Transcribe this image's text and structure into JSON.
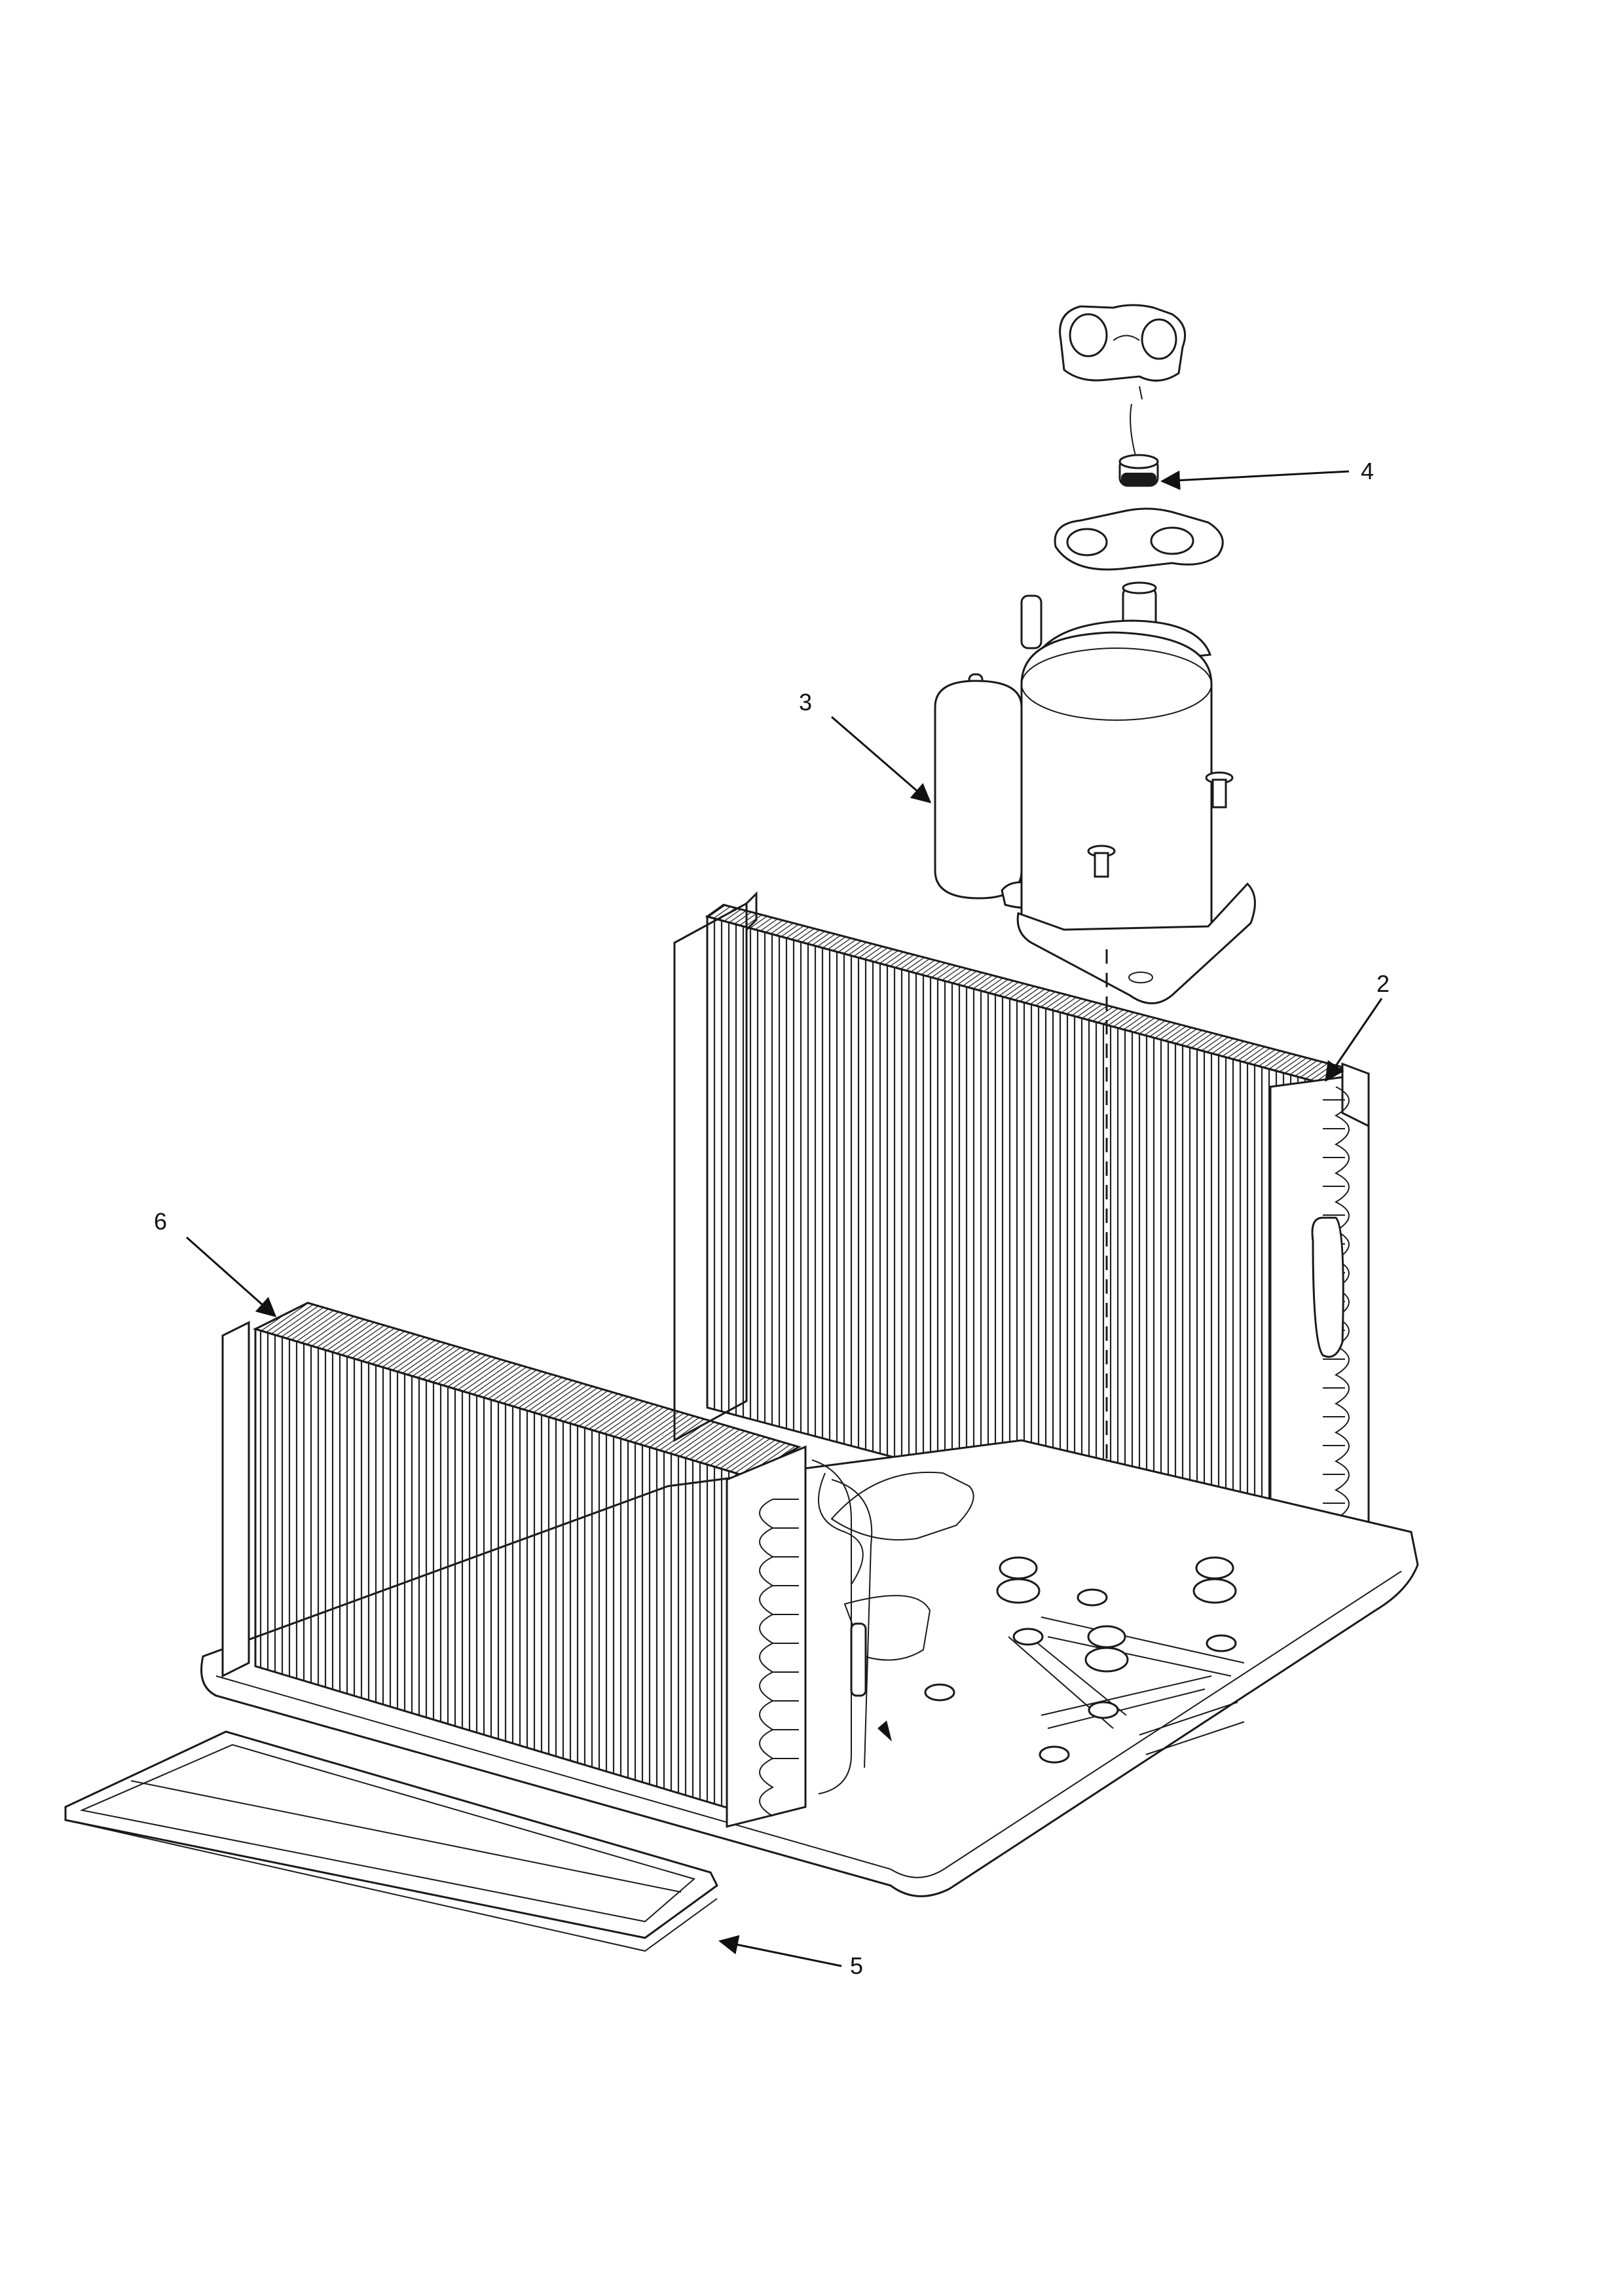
{
  "callouts": [
    {
      "id": "2",
      "label": "2",
      "part": "condenser-coil"
    },
    {
      "id": "3",
      "label": "3",
      "part": "compressor-assembly"
    },
    {
      "id": "4",
      "label": "4",
      "part": "terminal-overload"
    },
    {
      "id": "5",
      "label": "5",
      "part": "drain-pan"
    },
    {
      "id": "6",
      "label": "6",
      "part": "evaporator-coil"
    }
  ]
}
